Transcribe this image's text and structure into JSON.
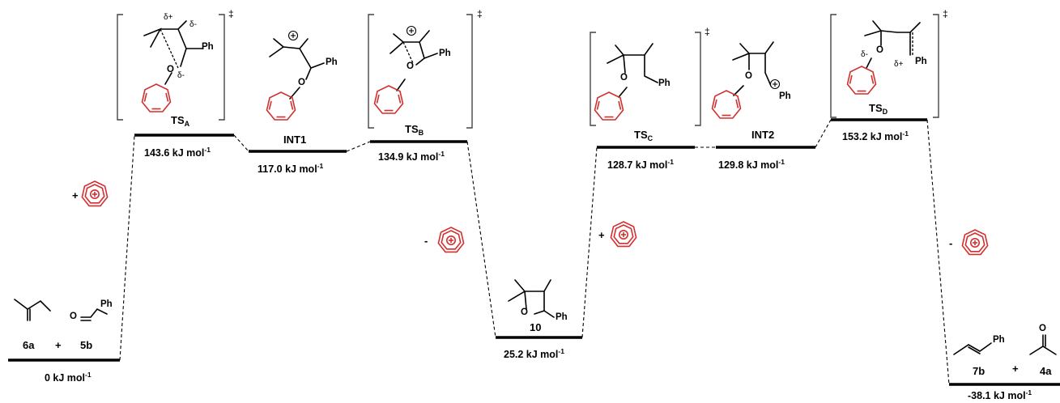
{
  "states": [
    {
      "id": "start",
      "label": "6a",
      "label2": "5b",
      "energy_text": "0 kJ mol",
      "energy_sup": "-1"
    },
    {
      "id": "TSA",
      "label_main": "TS",
      "label_sub": "A",
      "energy_text": "143.6 kJ mol",
      "energy_sup": "-1"
    },
    {
      "id": "INT1",
      "label": "INT1",
      "energy_text": "117.0 kJ mol",
      "energy_sup": "-1"
    },
    {
      "id": "TSB",
      "label_main": "TS",
      "label_sub": "B",
      "energy_text": "134.9 kJ mol",
      "energy_sup": "-1"
    },
    {
      "id": "P10",
      "label": "10",
      "energy_text": "25.2 kJ mol",
      "energy_sup": "-1"
    },
    {
      "id": "TSC",
      "label_main": "TS",
      "label_sub": "C",
      "energy_text": "128.7 kJ mol",
      "energy_sup": "-1"
    },
    {
      "id": "INT2",
      "label": "INT2",
      "energy_text": "129.8 kJ mol",
      "energy_sup": "-1"
    },
    {
      "id": "TSD",
      "label_main": "TS",
      "label_sub": "D",
      "energy_text": "153.2 kJ mol",
      "energy_sup": "-1"
    },
    {
      "id": "end",
      "label": "7b",
      "label2": "4a",
      "energy_text": "-38.1 kJ mol",
      "energy_sup": "-1"
    }
  ],
  "atoms": {
    "ph": "Ph",
    "o": "O",
    "oneg": "O",
    "delta_minus": "δ-",
    "delta_plus": "δ+",
    "double_dagger": "‡"
  },
  "signs": {
    "plus": "+",
    "minus": "-"
  },
  "colors": {
    "catalyst": "#d32f2f",
    "levels": "#000000"
  }
}
